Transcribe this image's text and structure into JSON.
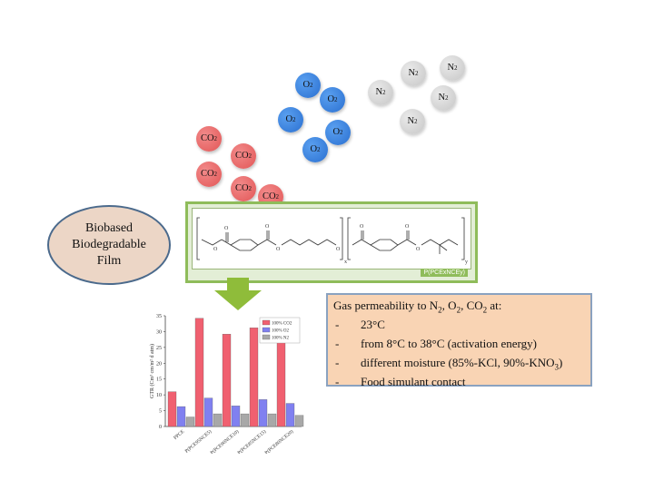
{
  "molecules": {
    "co2": [
      {
        "label": "CO",
        "sub": "2"
      },
      {
        "label": "CO",
        "sub": "2"
      },
      {
        "label": "CO",
        "sub": "2"
      },
      {
        "label": "CO",
        "sub": "2"
      },
      {
        "label": "CO",
        "sub": "2"
      }
    ],
    "o2": [
      {
        "label": "O",
        "sub": "2"
      },
      {
        "label": "O",
        "sub": "2"
      },
      {
        "label": "O",
        "sub": "2"
      },
      {
        "label": "O",
        "sub": "2"
      },
      {
        "label": "O",
        "sub": "2"
      }
    ],
    "n2": [
      {
        "label": "N",
        "sub": "2"
      },
      {
        "label": "N",
        "sub": "2"
      },
      {
        "label": "N",
        "sub": "2"
      },
      {
        "label": "N",
        "sub": "2"
      },
      {
        "label": "N",
        "sub": "2"
      }
    ]
  },
  "film": {
    "line1": "Biobased",
    "line2": "Biodegradable",
    "line3": "Film"
  },
  "polymer": {
    "label": "P(PCExNCEy)",
    "sub_x": "x",
    "sub_y": "y"
  },
  "info": {
    "title_pre": "Gas permeability to N",
    "title_s1": "2",
    "title_mid1": ", O",
    "title_s2": "2",
    "title_mid2": ", CO",
    "title_s3": "2",
    "title_post": " at:",
    "items": [
      {
        "dash": "-",
        "pre": "23°C",
        "sub": "",
        "post": ""
      },
      {
        "dash": "-",
        "pre": "from 8°C to 38°C (activation energy)",
        "sub": "",
        "post": ""
      },
      {
        "dash": "-",
        "pre": "different moisture (85%-KCl, 90%-KNO",
        "sub": "3",
        "post": ")"
      },
      {
        "dash": "-",
        "pre": "Food simulant contact",
        "sub": "",
        "post": ""
      }
    ]
  },
  "colors": {
    "co2": "#f06070",
    "o2": "#8080f0",
    "n2": "#a8a8a8",
    "arrow": "#8fbc3a"
  },
  "chart_data": {
    "type": "bar",
    "ylabel": "GTR (Cm³ cm/m² d atm)",
    "ylim": [
      0,
      35
    ],
    "yticks": [
      0,
      5,
      10,
      15,
      20,
      25,
      30,
      35
    ],
    "categories": [
      "PPCE",
      "P(PCE95NCE5)",
      "P(PCE90NCE10)",
      "P(PCE85NCE15)",
      "P(PCE80NCE20)"
    ],
    "series": [
      {
        "name": "100% CO2",
        "color": "#f06070",
        "values": [
          11,
          34.2,
          29.2,
          31.2,
          27.3
        ]
      },
      {
        "name": "100% O2",
        "color": "#8080f0",
        "values": [
          6.3,
          9,
          6.5,
          8.5,
          7.3
        ]
      },
      {
        "name": "100% N2",
        "color": "#a8a8a8",
        "values": [
          3,
          4,
          4,
          4,
          3.5
        ]
      }
    ],
    "legend_position": "top-right",
    "grid": false
  }
}
